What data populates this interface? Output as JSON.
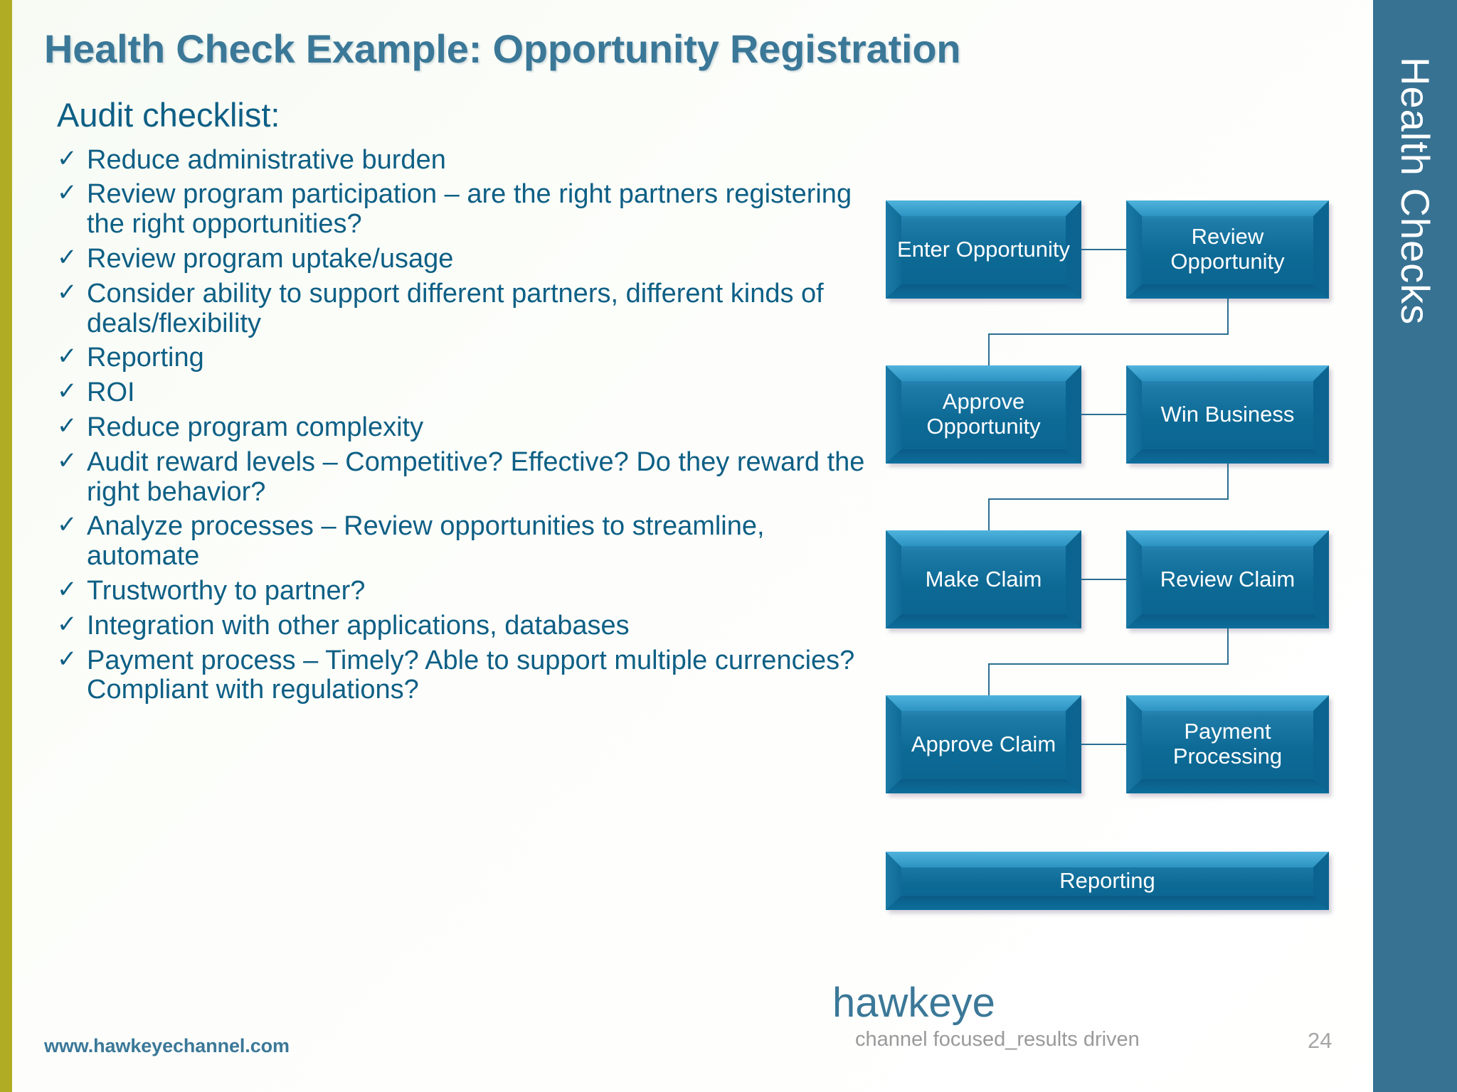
{
  "slide": {
    "title": "Health Check Example:  Opportunity Registration",
    "accent_olive": "#b0ad24",
    "accent_teal": "#377293",
    "text_blue": "#0e5f85",
    "title_blue": "#3b7898",
    "box_blue": "#0d6a95"
  },
  "side_panel": {
    "label": "Health Checks"
  },
  "checklist": {
    "heading": "Audit checklist:",
    "marker": "✓",
    "items": [
      "Reduce administrative burden",
      "Review program participation – are the right partners registering the right opportunities?",
      "Review program uptake/usage",
      "Consider ability to support different partners, different kinds of deals/flexibility",
      "Reporting",
      "ROI",
      "Reduce program complexity",
      "Audit reward levels – Competitive? Effective? Do they reward the right behavior?",
      "Analyze processes – Review opportunities to streamline, automate",
      "Trustworthy to partner?",
      "Integration with other applications, databases",
      "Payment process – Timely? Able to support multiple currencies? Compliant with regulations?"
    ]
  },
  "flowchart": {
    "rows": [
      {
        "left": "Enter\nOpportunity",
        "right": "Review\nOpportunity"
      },
      {
        "left": "Approve\nOpportunity",
        "right": "Win\nBusiness"
      },
      {
        "left": "Make Claim",
        "right": "Review\nClaim"
      },
      {
        "left": "Approve\nClaim",
        "right": "Payment\nProcessing"
      }
    ],
    "boxes": {
      "enter_opportunity": "Enter Opportunity",
      "review_opportunity": "Review Opportunity",
      "approve_opportunity": "Approve Opportunity",
      "win_business": "Win Business",
      "make_claim": "Make Claim",
      "review_claim": "Review Claim",
      "approve_claim": "Approve Claim",
      "payment_processing": "Payment Processing",
      "reporting": "Reporting"
    }
  },
  "footer": {
    "url": "www.hawkeyechannel.com",
    "brand": "hawkeye",
    "tagline": "channel focused_results driven",
    "page_number": "24"
  }
}
